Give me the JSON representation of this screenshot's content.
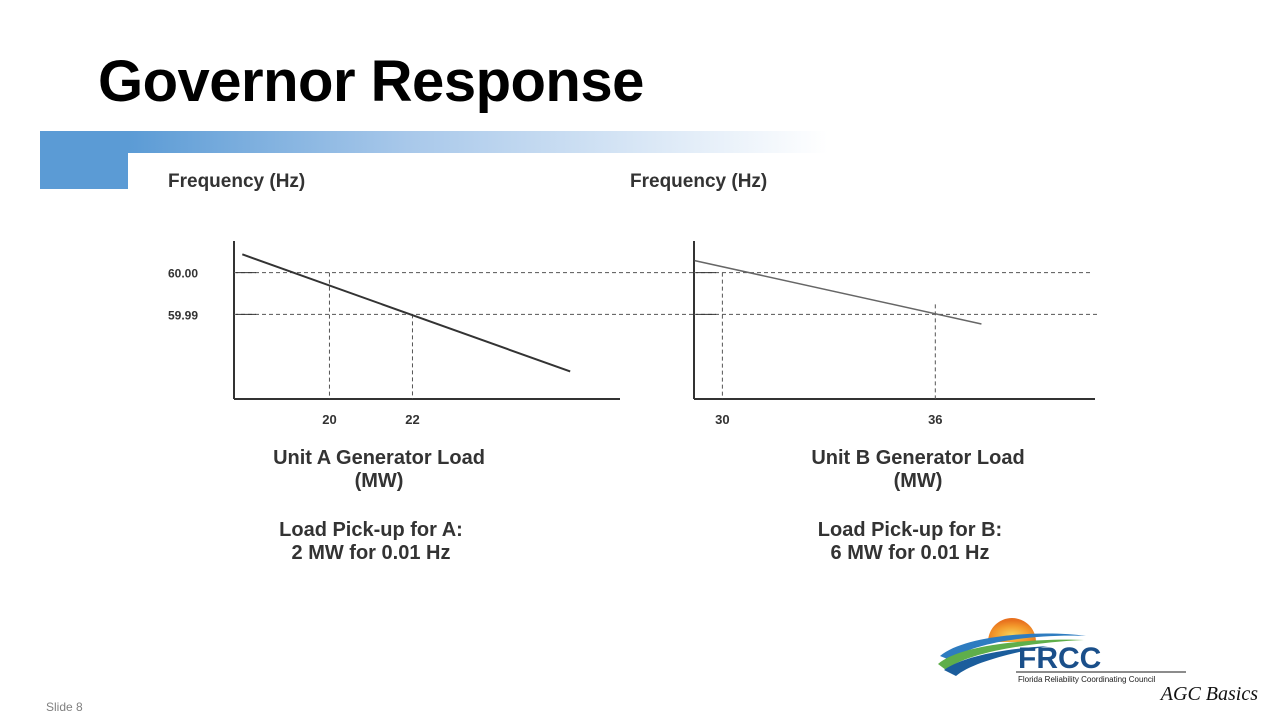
{
  "slide": {
    "title": "Governor Response",
    "slide_number": "Slide 8",
    "footer": "AGC Basics"
  },
  "logo": {
    "acronym": "FRCC",
    "org_name": "Florida Reliability Coordinating Council"
  },
  "colors": {
    "accent": "#5b9bd5",
    "line": "#333333"
  },
  "chart_data": [
    {
      "type": "line",
      "ylabel": "Frequency (Hz)",
      "xlabel": "Unit A Generator Load (MW)",
      "xlabel_lines": [
        "Unit A Generator Load",
        "(MW)"
      ],
      "caption_lines": [
        "Load Pick-up for A:",
        "2 MW for 0.01 Hz"
      ],
      "x_ticks": [
        "20",
        "22"
      ],
      "y_ticks": [
        "60.00",
        "59.99"
      ],
      "xlim": [
        17.7,
        27.0
      ],
      "ylim": [
        59.9697,
        60.0076
      ],
      "series": [
        {
          "x": [
            17.9,
            25.8
          ],
          "y": [
            60.0044,
            59.9763
          ]
        }
      ],
      "reference_points": [
        {
          "x": 20,
          "y": 60.0
        },
        {
          "x": 22,
          "y": 59.99
        }
      ],
      "grid": false
    },
    {
      "type": "line",
      "ylabel": "Frequency (Hz)",
      "xlabel": "Unit B Generator Load (MW)",
      "xlabel_lines": [
        "Unit B Generator Load",
        "(MW)"
      ],
      "caption_lines": [
        "Load Pick-up for B:",
        "6 MW for 0.01 Hz"
      ],
      "x_ticks": [
        "30",
        "36"
      ],
      "y_ticks": [
        "60.00",
        "59.99"
      ],
      "xlim": [
        29.2,
        40.5
      ],
      "ylim": [
        59.9697,
        60.0076
      ],
      "series": [
        {
          "x": [
            29.22,
            37.3
          ],
          "y": [
            60.0029,
            59.9877
          ]
        }
      ],
      "reference_points": [
        {
          "x": 30,
          "y": 60.0
        },
        {
          "x": 36,
          "y": 59.99
        }
      ],
      "grid": false
    }
  ]
}
